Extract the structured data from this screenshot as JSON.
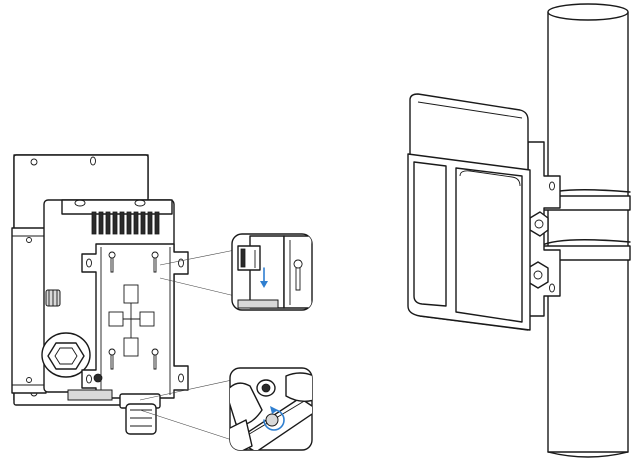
{
  "figure": {
    "description_items": [
      "wall-mount-bracket-view",
      "detail-callout-hook",
      "detail-callout-screw",
      "pole-mount-view"
    ],
    "colors": {
      "line": "#1a1a1a",
      "accent": "#2f7fd0",
      "background": "#ffffff",
      "fill_gray": "#d9d9d9"
    }
  }
}
